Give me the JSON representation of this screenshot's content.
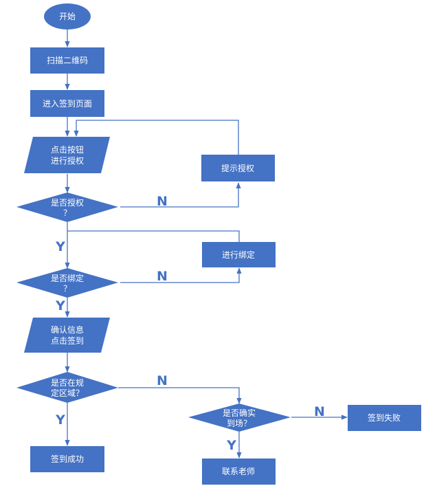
{
  "nodes": {
    "start": {
      "lines": [
        "开始"
      ]
    },
    "scan": {
      "lines": [
        "扫描二维码"
      ]
    },
    "enter": {
      "lines": [
        "进入签到页面"
      ]
    },
    "click_auth": {
      "lines": [
        "点击按钮",
        "进行授权"
      ]
    },
    "prompt_auth": {
      "lines": [
        "提示授权"
      ]
    },
    "is_auth": {
      "lines": [
        "是否授权",
        "？"
      ]
    },
    "do_bind": {
      "lines": [
        "进行绑定"
      ]
    },
    "is_bound": {
      "lines": [
        "是否绑定",
        "？"
      ]
    },
    "confirm": {
      "lines": [
        "确认信息",
        "点击签到"
      ]
    },
    "in_area": {
      "lines": [
        "是否在规",
        "定区域？"
      ]
    },
    "on_site": {
      "lines": [
        "是否确实",
        "到场？"
      ]
    },
    "fail": {
      "lines": [
        "签到失败"
      ]
    },
    "success": {
      "lines": [
        "签到成功"
      ]
    },
    "contact": {
      "lines": [
        "联系老师"
      ]
    }
  },
  "edge_labels": {
    "auth_no": "N",
    "auth_yes": "Y",
    "bind_no": "N",
    "bind_yes": "Y",
    "area_no": "N",
    "area_yes": "Y",
    "site_no": "N",
    "site_yes": "Y"
  },
  "colors": {
    "shape": "#4472C4",
    "text": "#FFFFFF",
    "line": "#4472C4"
  }
}
